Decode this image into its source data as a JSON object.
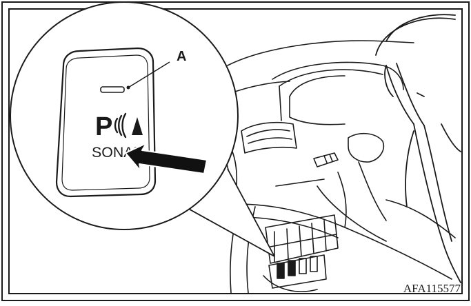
{
  "figure": {
    "callout_label": "A",
    "switch_symbol_letter": "P",
    "switch_text": "SONAR",
    "figure_code": "AFA115577"
  },
  "colors": {
    "ink": "#1a1a1a",
    "paper": "#ffffff",
    "accent_arrow": "#111111"
  },
  "icons": [
    "sonar-waves-icon",
    "warning-triangle-icon",
    "press-arrow-icon"
  ]
}
